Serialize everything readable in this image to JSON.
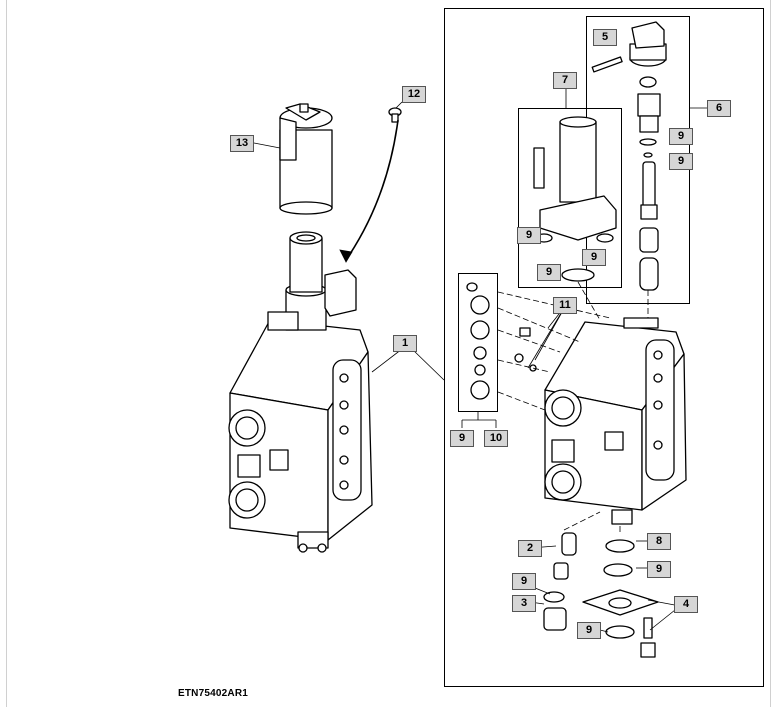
{
  "figure_id": "ETN75402AR1",
  "callouts": {
    "c1": "1",
    "c2": "2",
    "c3": "3",
    "c4": "4",
    "c5": "5",
    "c6": "6",
    "c7": "7",
    "c8": "8",
    "c9": "9",
    "c10": "10",
    "c11": "11",
    "c12": "12",
    "c13": "13"
  },
  "colors": {
    "line": "#000000",
    "callout_fill": "#d6d6d6",
    "part_fill": "#ffffff"
  }
}
